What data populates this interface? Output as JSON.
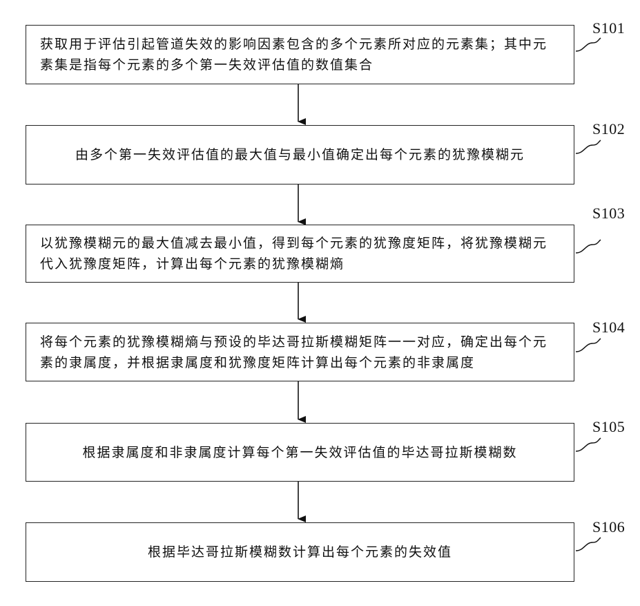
{
  "steps": [
    {
      "label": "S101",
      "text_lines": [
        "获取用于评估引起管道失效的影响因素包含的多个元素所对应的元素集；其中元",
        "素集是指每个元素的多个第一失效评估值的数值集合"
      ]
    },
    {
      "label": "S102",
      "text_lines": [
        "由多个第一失效评估值的最大值与最小值确定出每个元素的犹豫模糊元"
      ]
    },
    {
      "label": "S103",
      "text_lines": [
        "以犹豫模糊元的最大值减去最小值，得到每个元素的犹豫度矩阵，将犹豫模糊元",
        "代入犹豫度矩阵，计算出每个元素的犹豫模糊熵"
      ]
    },
    {
      "label": "S104",
      "text_lines": [
        "将每个元素的犹豫模糊熵与预设的毕达哥拉斯模糊矩阵一一对应，确定出每个元",
        "素的隶属度，并根据隶属度和犹豫度矩阵计算出每个元素的非隶属度"
      ]
    },
    {
      "label": "S105",
      "text_lines": [
        "根据隶属度和非隶属度计算每个第一失效评估值的毕达哥拉斯模糊数"
      ]
    },
    {
      "label": "S106",
      "text_lines": [
        "根据毕达哥拉斯模糊数计算出每个元素的失效值"
      ]
    }
  ]
}
